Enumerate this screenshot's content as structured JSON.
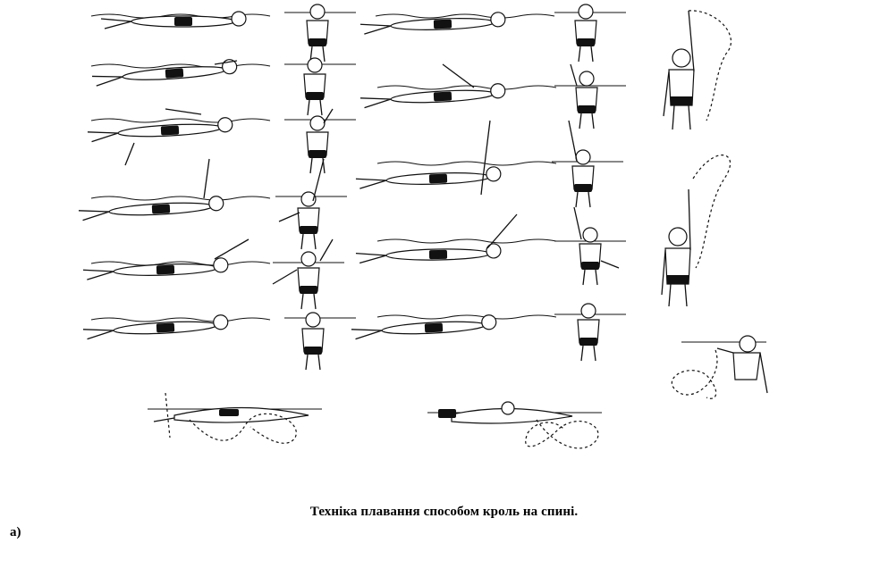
{
  "caption": "Техніка плавання способом кроль на спині.",
  "panel_label": "а)",
  "figure": {
    "left_side_rows": 6,
    "front_view_rows": 6,
    "columns": [
      "side-left",
      "front-left",
      "side-right",
      "front-right",
      "arm-trajectory"
    ]
  }
}
